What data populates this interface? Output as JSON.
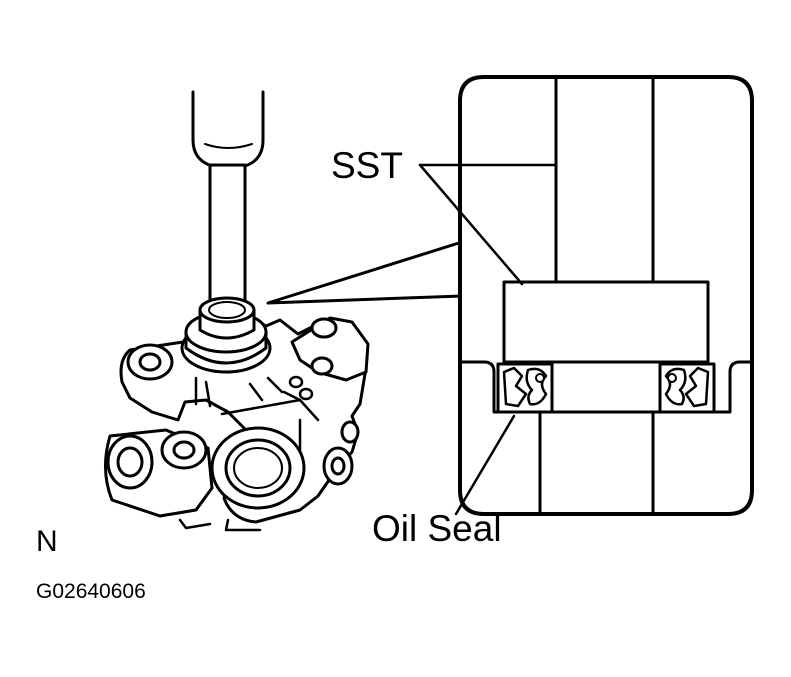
{
  "labels": {
    "sst": "SST",
    "oil_seal": "Oil Seal",
    "view_letter": "N",
    "figure_code": "G02640606"
  },
  "colors": {
    "ink": "#000000",
    "paper": "#ffffff"
  }
}
